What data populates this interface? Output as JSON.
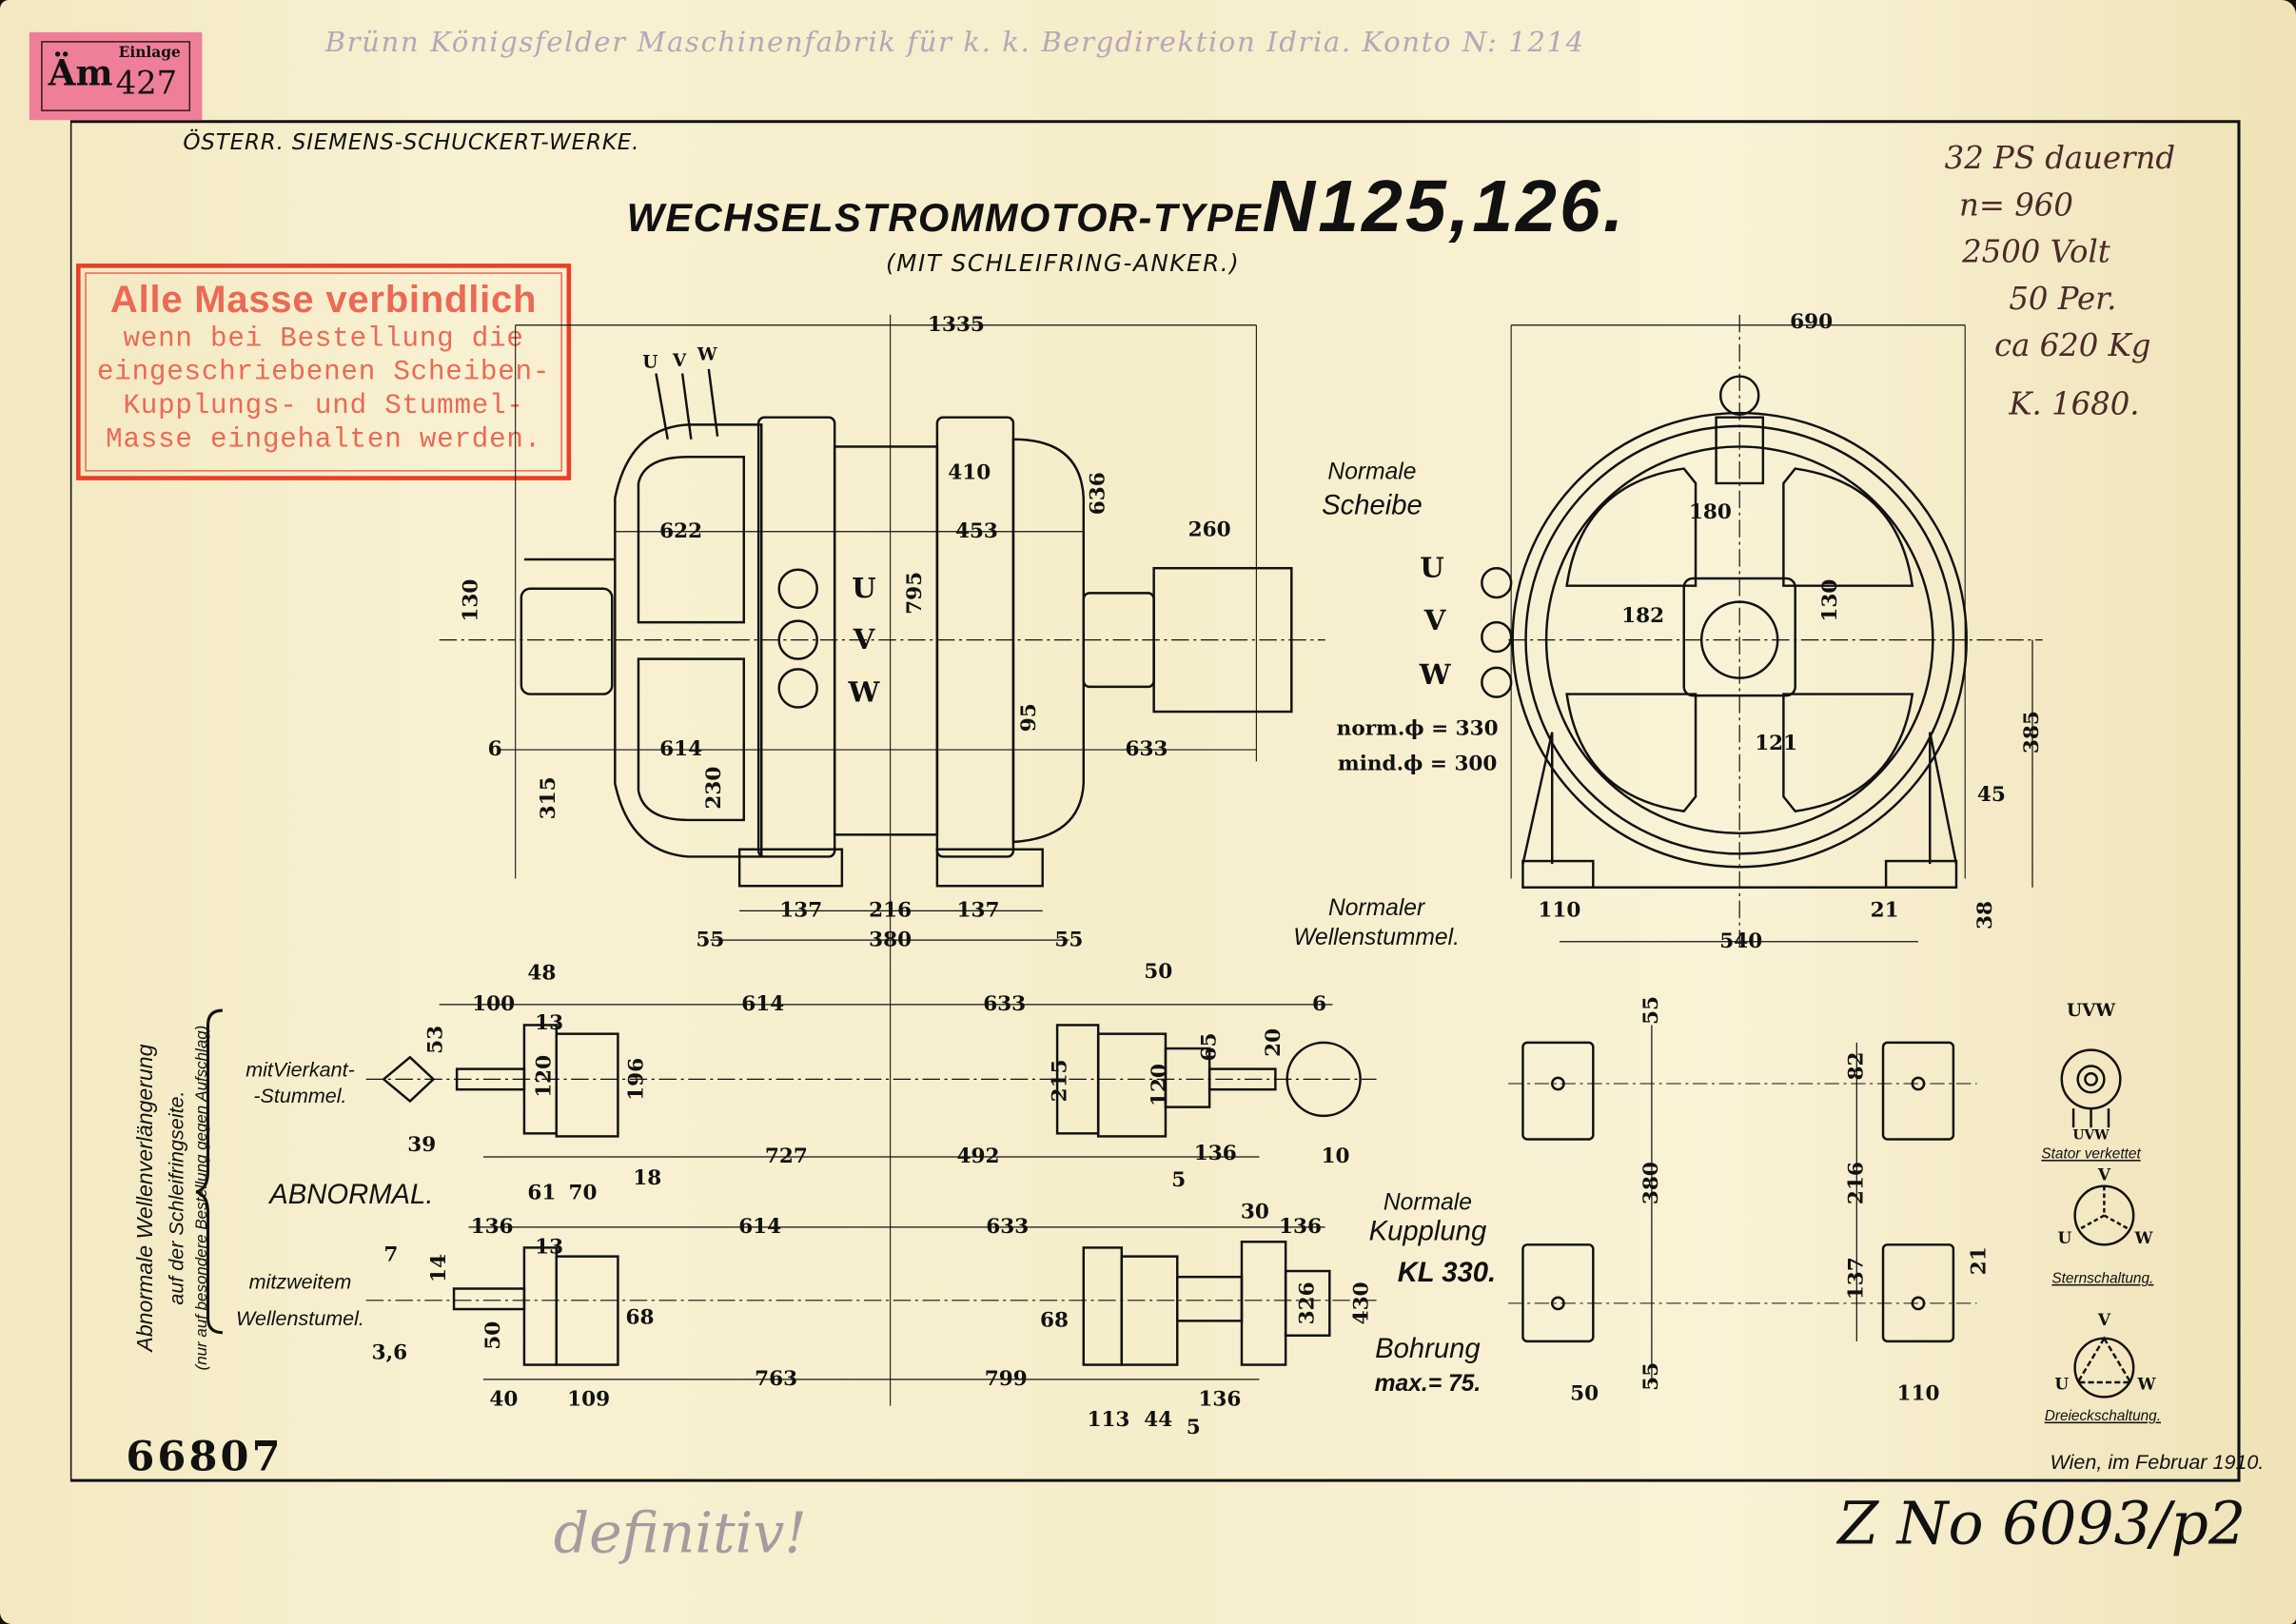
{
  "sticker": {
    "prefix": "Äm",
    "label": "Einlage",
    "number": "427"
  },
  "handwritten_header": "Brünn Königsfelder Maschinenfabrik für k. k. Bergdirektion Idria.  Konto N: 1214",
  "company": "ÖSTERR. SIEMENS-SCHUCKERT-WERKE.",
  "title": {
    "prefix": "WECHSELSTROMMOTOR-TYPE",
    "type": "N125,126."
  },
  "subtitle": "(MIT SCHLEIFRING-ANKER.)",
  "stamp": {
    "color": "#e8402a",
    "lines": [
      "Alle Masse verbindlich",
      "wenn bei Bestellung die",
      "eingeschriebenen Scheiben-",
      "Kupplungs- und Stummel-",
      "Masse eingehalten werden."
    ]
  },
  "handwritten_notes": [
    "32 PS dauernd",
    "n= 960",
    "2500 Volt",
    "50 Per.",
    "ca 620 Kg",
    "K. 1680."
  ],
  "labels": {
    "normale_scheibe": [
      "Normale",
      "Scheibe"
    ],
    "norm_phi": "norm.ϕ = 330",
    "mind_phi": "mind.ϕ = 300",
    "normaler_wellenstummel": [
      "Normaler",
      "Wellenstummel."
    ],
    "normale_kupplung": [
      "Normale",
      "Kupplung",
      "KL 330."
    ],
    "bohrung": [
      "Bohrung",
      "max.= 75."
    ],
    "vierkant": [
      "mitVierkant-",
      "-Stummel."
    ],
    "zweitem": [
      "mitzweitem",
      "Wellenstumel."
    ],
    "abnormal": "ABNORMAL.",
    "side_note": [
      "Abnormale Wellenverlängerung",
      "auf der Schleifringseite.",
      "(nur auf besondere Bestellung gegen Aufschlag)"
    ],
    "stator": "Stator verkettet",
    "stern": "Sternschaltung.",
    "dreieck": "Dreieckschaltung.",
    "phases": [
      "U",
      "V",
      "W"
    ],
    "uvw": "UVW"
  },
  "dims": [
    "1335",
    "410",
    "636",
    "622",
    "453",
    "260",
    "130",
    "795",
    "95",
    "6",
    "614",
    "633",
    "230",
    "315",
    "137",
    "216",
    "137",
    "55",
    "380",
    "55",
    "690",
    "180",
    "182",
    "130",
    "121",
    "385",
    "45",
    "110",
    "21",
    "38",
    "540",
    "48",
    "100",
    "13",
    "614",
    "633",
    "50",
    "6",
    "53",
    "120",
    "196",
    "39",
    "215",
    "120",
    "65",
    "20",
    "727",
    "492",
    "136",
    "10",
    "5",
    "61",
    "70",
    "18",
    "136",
    "13",
    "614",
    "633",
    "30",
    "136",
    "7",
    "14",
    "50",
    "68",
    "68",
    "326",
    "430",
    "3,6",
    "40",
    "109",
    "763",
    "799",
    "136",
    "113",
    "44",
    "5",
    "55",
    "82",
    "380",
    "216",
    "137",
    "21",
    "55",
    "50",
    "110"
  ],
  "drawing_number": "66807",
  "place_date": "Wien, im Februar 1910.",
  "handwritten_footer": {
    "left": "definitiv!",
    "right": "Z No 6093/p2"
  }
}
